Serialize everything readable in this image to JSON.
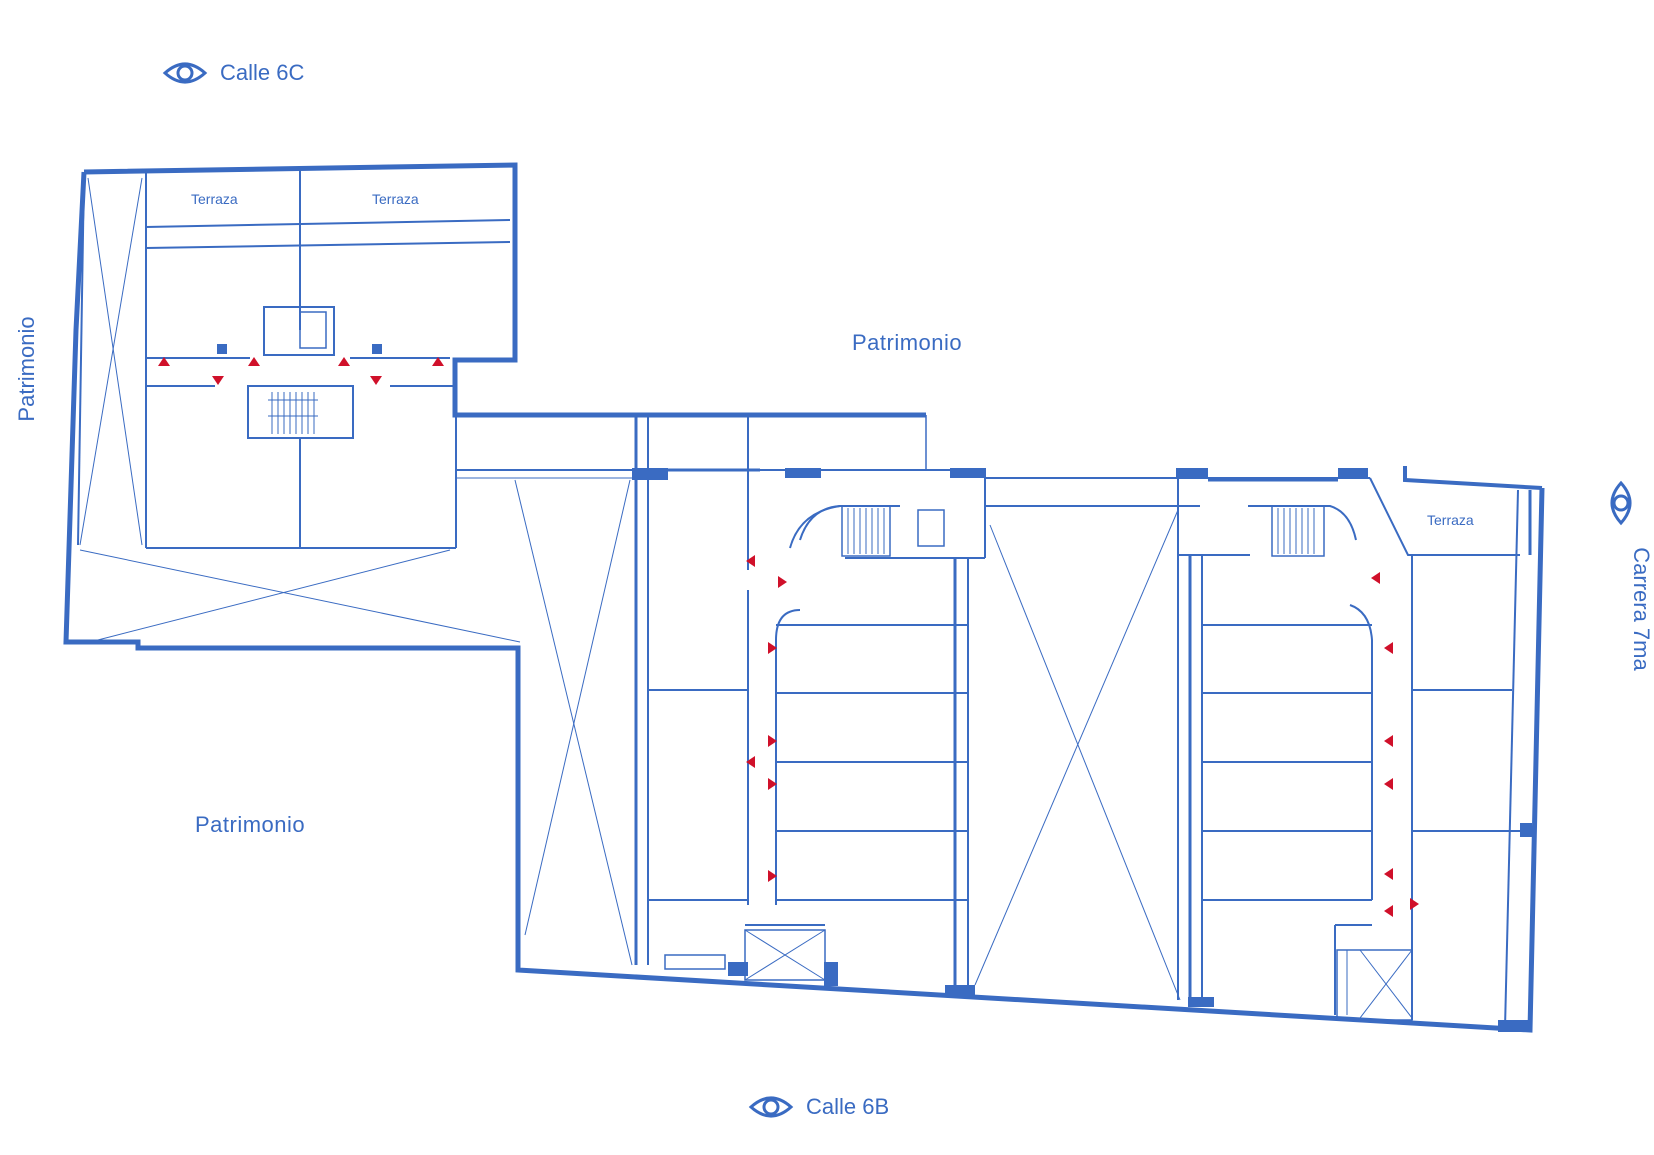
{
  "colors": {
    "line": "#3a6bc2",
    "marker": "#d0102a",
    "background": "#ffffff"
  },
  "streets": {
    "north": {
      "label": "Calle 6C",
      "icon": "eye-icon"
    },
    "south": {
      "label": "Calle 6B",
      "icon": "eye-icon"
    },
    "east": {
      "label": "Carrera 7ma",
      "icon": "eye-icon"
    }
  },
  "neighbors": {
    "west": "Patrimonio",
    "north": "Patrimonio",
    "southwest": "Patrimonio"
  },
  "rooms": {
    "terrace_1": "Terraza",
    "terrace_2": "Terraza",
    "terrace_3": "Terraza"
  }
}
